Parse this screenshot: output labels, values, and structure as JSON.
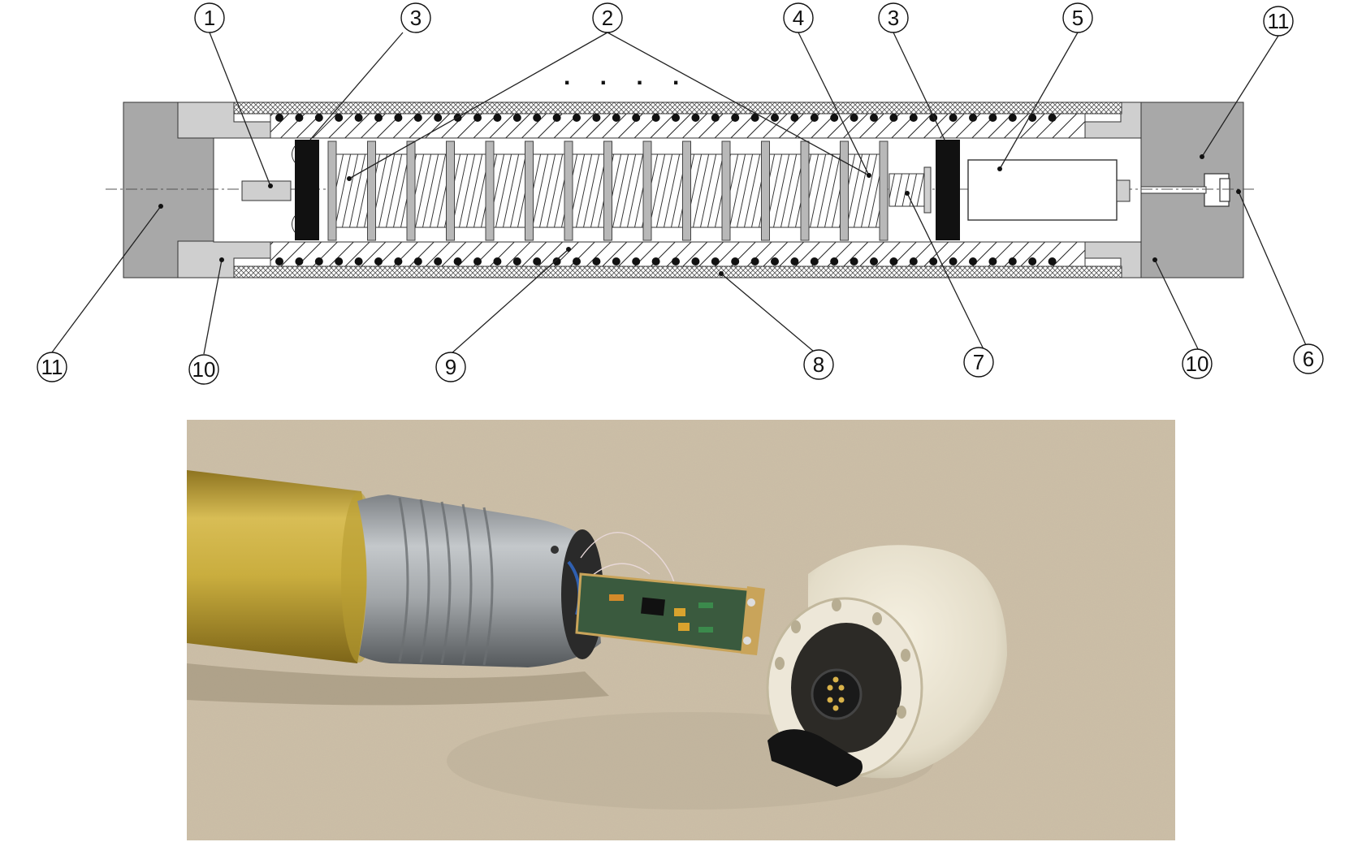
{
  "figure": {
    "top_panel": "cross-section schematic",
    "bottom_panel": "photograph of opened probe with circuit board and connector end cap"
  },
  "callouts": {
    "c1": "1",
    "c2": "2",
    "c3a": "3",
    "c3b": "3",
    "c4": "4",
    "c5": "5",
    "c6": "6",
    "c7": "7",
    "c8": "8",
    "c9": "9",
    "c10a": "10",
    "c10b": "10",
    "c11a": "11",
    "c11b": "11"
  },
  "ellipsis": ". . . .",
  "colors": {
    "end_cap": "#a8a8a8",
    "flange": "#cfcfcf",
    "magnet": "#111111",
    "disk": "#b8b8b8",
    "table": "#cdbfa6",
    "yellow_tube": "#c9ad3e",
    "aluminum": "#a9adb0",
    "pcb": "#3a5a3e",
    "white_cap": "#ece6d6"
  }
}
